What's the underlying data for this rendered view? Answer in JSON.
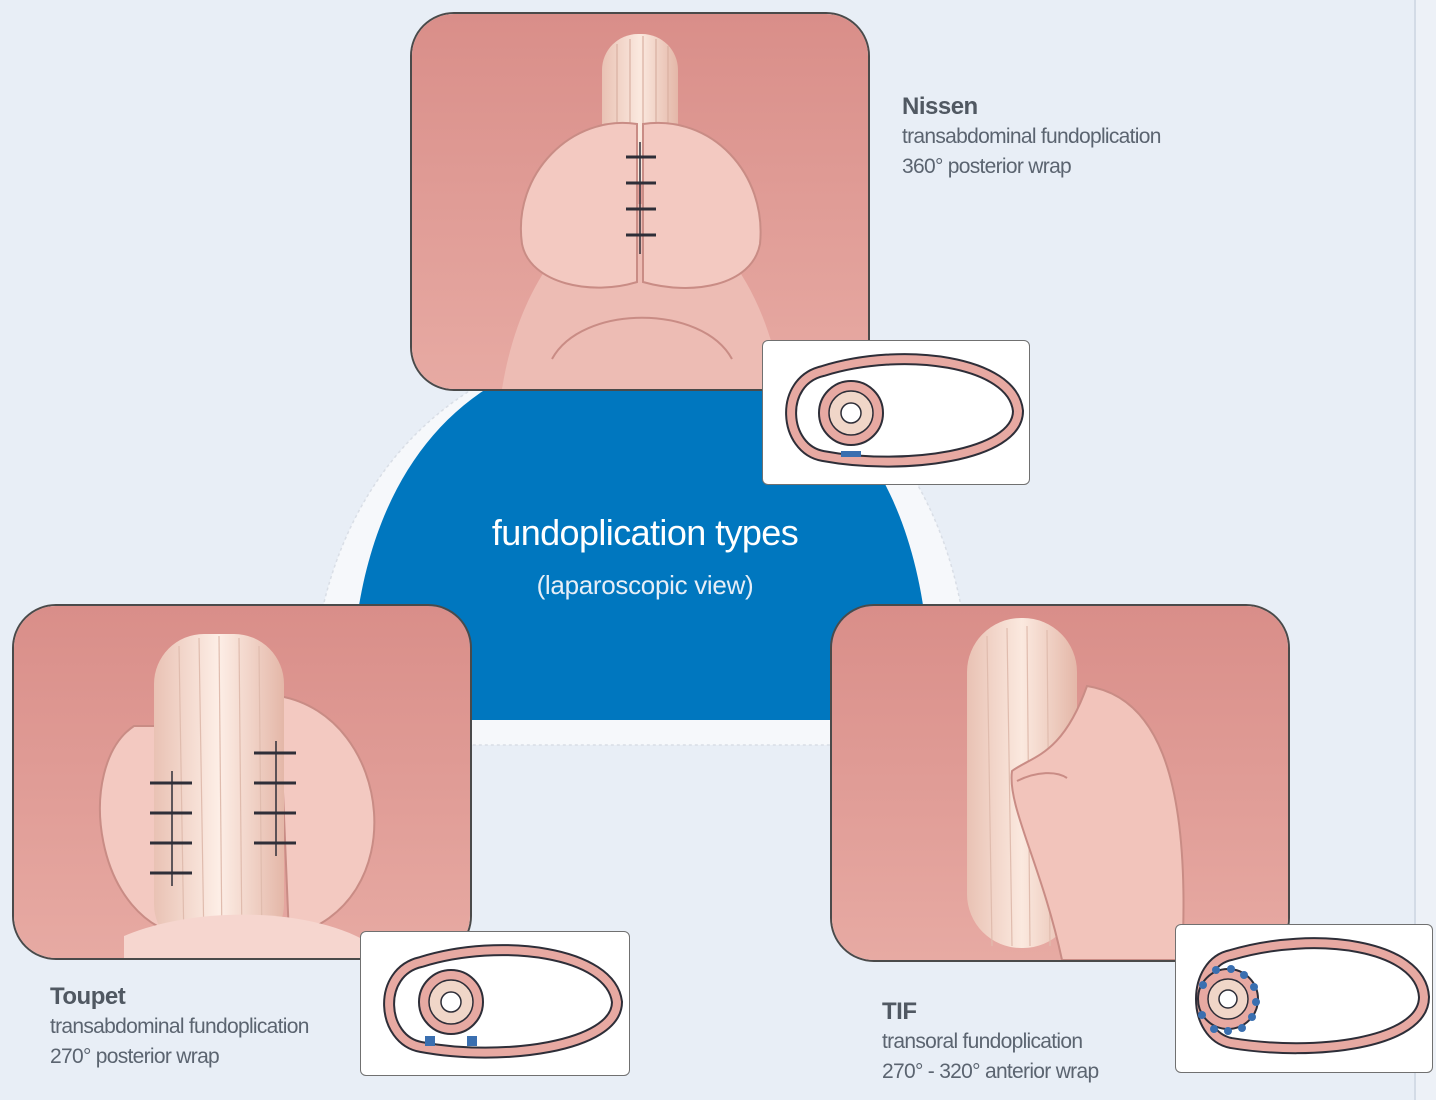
{
  "center": {
    "title": "fundoplication types",
    "subtitle": "(laparoscopic  view)"
  },
  "procedures": [
    {
      "name": "Nissen",
      "line1": "transabdominal fundoplication",
      "line2": "360° posterior wrap"
    },
    {
      "name": "Toupet",
      "line1": "transabdominal fundoplication",
      "line2": "270° posterior wrap"
    },
    {
      "name": "TIF",
      "line1": "transoral fundoplication",
      "line2": "270° - 320° anterior wrap"
    }
  ],
  "colors": {
    "background": "#e8eef6",
    "center_blob": "#0077bf",
    "tissue": "#e7a9a2",
    "tissue_light": "#f6d3cd",
    "esophagus": "#f4d9cc",
    "suture": "#2e2e38",
    "staple": "#3a6fb0"
  }
}
